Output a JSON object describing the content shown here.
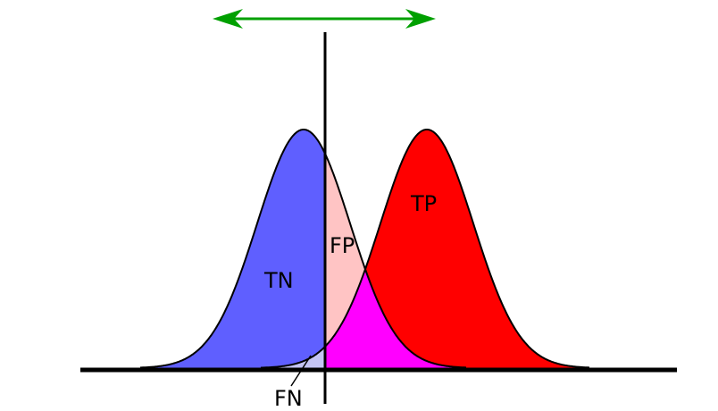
{
  "labels": {
    "tn": "TN",
    "fp": "FP",
    "tp": "TP",
    "fn": "FN"
  },
  "colors": {
    "negative": "#5f5fff",
    "positive": "#ff0000",
    "false_positive": "#ffc4c4",
    "false_negative": "#c4c4f4",
    "overlap": "#ff00ff",
    "arrow": "#00a000",
    "lines": "#000000"
  },
  "icons": {
    "threshold_shift": "double-headed-arrow"
  }
}
